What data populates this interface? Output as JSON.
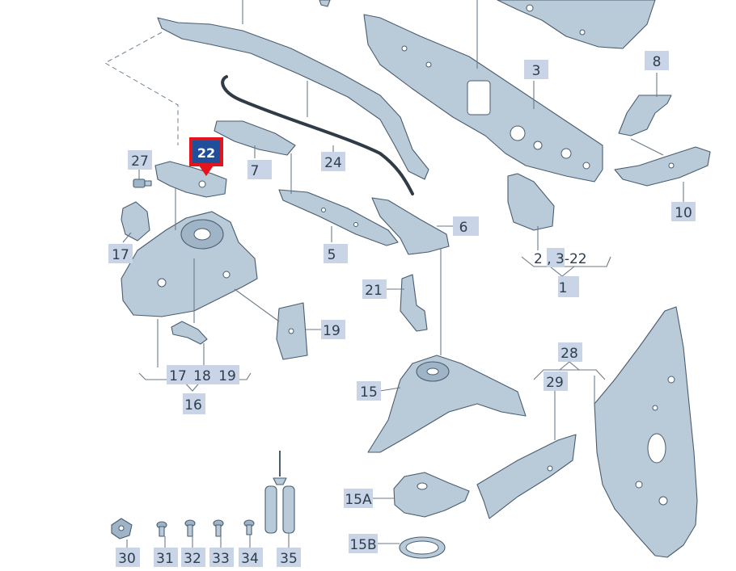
{
  "highlight": {
    "label": "22",
    "color": "#e3141c",
    "fill": "#1f4f9a"
  },
  "colors": {
    "part": "#b9cad8",
    "label_bg": "#c9d4e6",
    "label_text": "#2c3e50"
  },
  "labels": {
    "p3": "3",
    "p8": "8",
    "p27": "27",
    "p7": "7",
    "p24": "24",
    "p6": "6",
    "p17a": "17",
    "p5": "5",
    "p2_3_22": "2 , 3-22",
    "p1": "1",
    "p10": "10",
    "p21": "21",
    "p19a": "19",
    "p17b": "17",
    "p18": "18",
    "p19b": "19",
    "p16": "16",
    "p15": "15",
    "p28": "28",
    "p29": "29",
    "p15a": "15A",
    "p15b": "15B",
    "p30": "30",
    "p31": "31",
    "p32": "32",
    "p33": "33",
    "p34": "34",
    "p35": "35"
  }
}
